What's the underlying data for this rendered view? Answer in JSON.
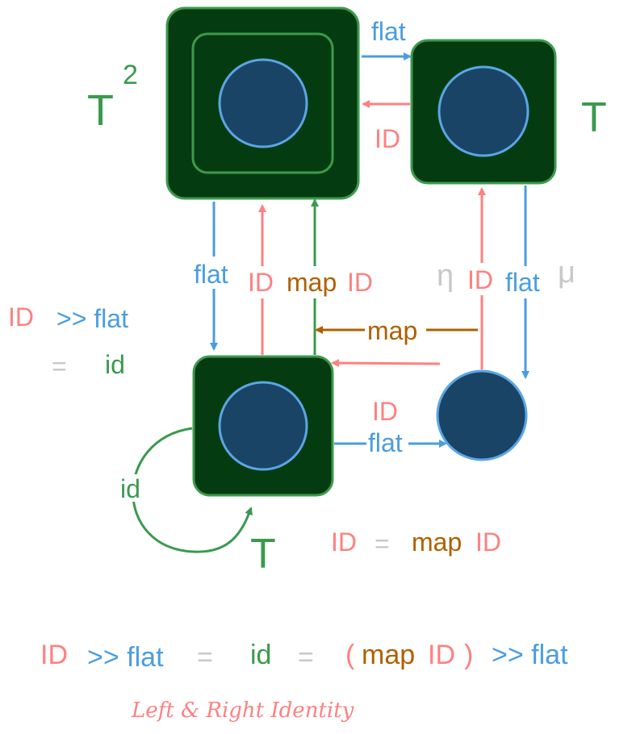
{
  "colors": {
    "box_fill": "#053b10",
    "box_stroke": "#3d9a4c",
    "circle_fill": "#1a4466",
    "circle_stroke": "#5aa6e6",
    "blue": "#4a9de0",
    "red": "#ff8080",
    "green": "#3a9a4f",
    "orange": "#b06000",
    "gray": "#c8c8c8"
  },
  "labels": {
    "t_squared": "T",
    "t_squared_exp": "2",
    "t_right": "T",
    "t_bottom": "T",
    "flat_top": "flat",
    "id_top": "ID",
    "flat_left": "flat",
    "id_mid": "ID",
    "map_mid": "map",
    "id_mid2": "ID",
    "eta": "η",
    "id_right": "ID",
    "flat_right": "flat",
    "mu": "μ",
    "map_horizontal": "map",
    "id_bottom_arrow": "ID",
    "flat_bottom_arrow": "flat",
    "id_loop": "id"
  },
  "equations": {
    "left": {
      "id": "ID",
      "then_flat": ">> flat",
      "eq": "=",
      "result": "id"
    },
    "right": {
      "id": "ID",
      "eq": "=",
      "map": "map",
      "map_id": "ID"
    },
    "bottom": {
      "id": "ID",
      "then_flat": ">> flat",
      "eq1": "=",
      "id_small": "id",
      "eq2": "=",
      "lparen": "(",
      "map": "map",
      "map_id": "ID",
      "rparen": ")",
      "then_flat2": ">> flat"
    }
  },
  "caption": "Left & Right Identity"
}
